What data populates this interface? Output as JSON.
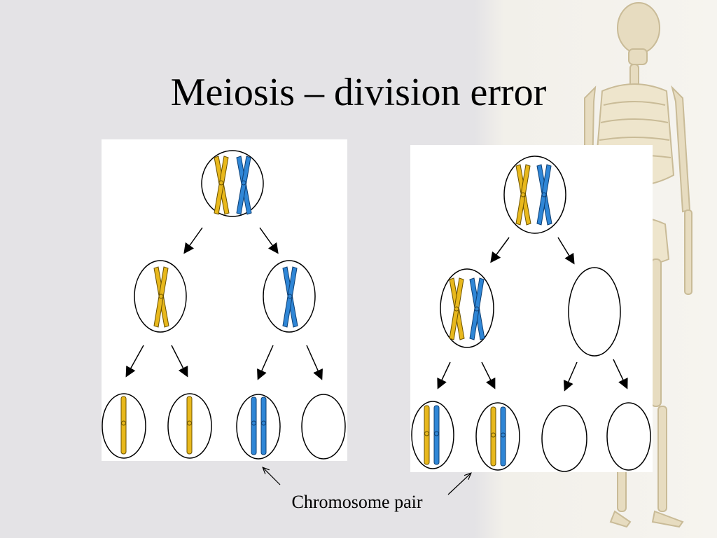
{
  "slide": {
    "title": "Meiosis – division error",
    "caption": "Chromosome pair"
  },
  "colors": {
    "background": "#e4e3e6",
    "chromosome_yellow": "#e8b81c",
    "chromosome_blue": "#2f86d6",
    "cell_outline": "#000000",
    "panel": "#ffffff"
  },
  "diagrams": [
    {
      "name": "normal-division-with-error-in-meiosis-ii",
      "cell_contents": {
        "parent": [
          "yellow-pair",
          "blue-pair"
        ],
        "middle": [
          [
            "yellow-pair"
          ],
          [
            "blue-pair"
          ]
        ],
        "gametes": [
          [
            "yellow"
          ],
          [
            "yellow"
          ],
          [
            "blue",
            "blue"
          ],
          []
        ]
      }
    },
    {
      "name": "error-in-meiosis-i",
      "cell_contents": {
        "parent": [
          "yellow-pair",
          "blue-pair"
        ],
        "middle": [
          [
            "yellow-pair",
            "blue-pair"
          ],
          []
        ],
        "gametes": [
          [
            "yellow",
            "blue"
          ],
          [
            "yellow",
            "blue"
          ],
          [],
          []
        ]
      }
    }
  ]
}
